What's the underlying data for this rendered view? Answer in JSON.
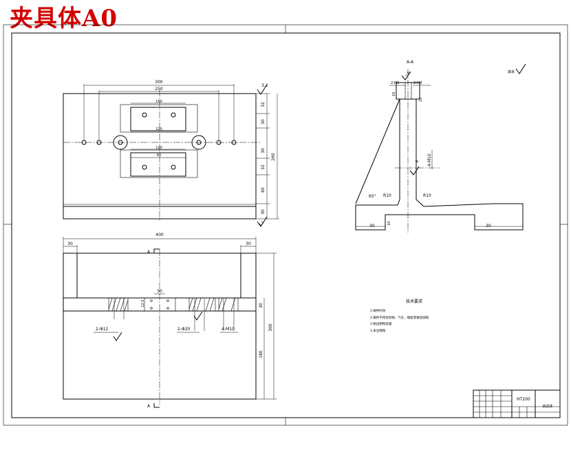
{
  "title": "夹具体A0",
  "top_view": {
    "dims_horizontal": [
      "300",
      "250",
      "150",
      "120",
      "120",
      "60"
    ],
    "dims_vertical": [
      "32",
      "30",
      "30",
      "32",
      "60",
      "30"
    ],
    "overall_height": "260",
    "roughness": "3.2"
  },
  "front_view": {
    "overall_width": "400",
    "left_offset": "30",
    "right_offset": "30",
    "center_gap": "30",
    "slot_depth": "12.5",
    "hole_labels": [
      "2-Φ12",
      "2-Φ20",
      "4-M10"
    ],
    "right_dims": [
      "30",
      "300",
      "180"
    ],
    "section_mark_top": "A",
    "section_mark_bottom": "A"
  },
  "section_view": {
    "label": "A-A",
    "thread_labels": [
      "2-M6",
      "2-M8",
      "4-M10"
    ],
    "small_dims": [
      "10",
      "10",
      "6"
    ],
    "angle": "65°",
    "radii": [
      "R10",
      "R10"
    ],
    "base_dims": [
      "30",
      "10",
      "30"
    ],
    "roughness_note": "1.6"
  },
  "corner_roughness": "其余",
  "notes": {
    "heading": "技术要求",
    "items": [
      "1.铸件时效",
      "2.铸件不得有砂眼、气孔、缩松等铸造缺陷",
      "3.锐边倒钝处理",
      "3.未注倒角"
    ]
  },
  "title_block": {
    "material": "HT200",
    "part_name": "夹具体"
  }
}
